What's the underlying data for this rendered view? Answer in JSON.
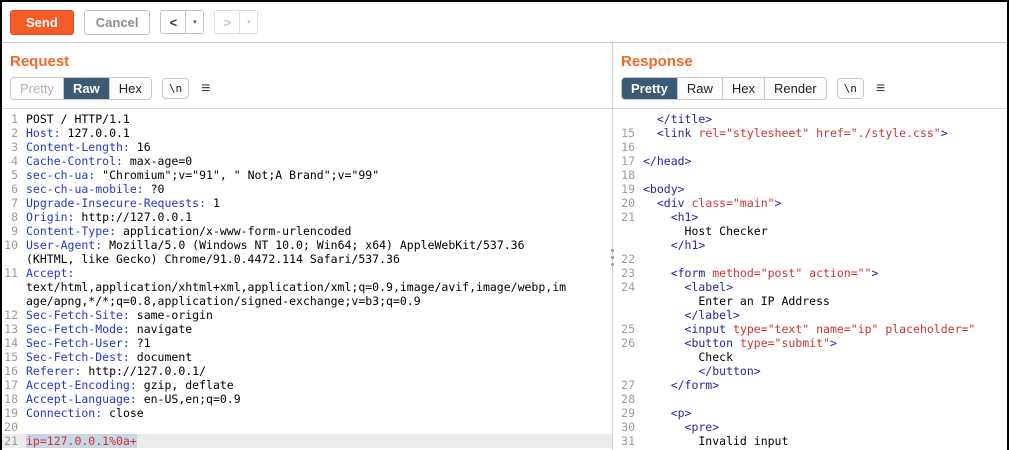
{
  "toolbar": {
    "send_label": "Send",
    "cancel_label": "Cancel",
    "back_label": "<",
    "forward_label": ">",
    "dropdown_glyph": "▾"
  },
  "colors": {
    "accent_orange": "#f4672a",
    "send_button_bg": "#f65c27",
    "tab_selected_bg": "#3b5a75",
    "header_name_blue": "#2438c8",
    "html_tag_navy": "#26269e",
    "attr_value_red": "#cc3333",
    "body_param_red": "#cc3333",
    "line_number_gray": "#9b9b9b",
    "selection_bg": "#c9d6e3",
    "highlight_row_bg": "#ececec"
  },
  "request_panel": {
    "title": "Request",
    "tabs": [
      {
        "label": "Pretty",
        "state": "disabled"
      },
      {
        "label": "Raw",
        "state": "selected"
      },
      {
        "label": "Hex",
        "state": "normal"
      }
    ],
    "newline_button": "\\n",
    "menu_icon": "≡",
    "lines": [
      {
        "n": "1",
        "segments": [
          {
            "color": "plain",
            "text": "POST / HTTP/1.1"
          }
        ]
      },
      {
        "n": "2",
        "segments": [
          {
            "color": "name",
            "text": "Host:"
          },
          {
            "color": "plain",
            "text": " 127.0.0.1"
          }
        ]
      },
      {
        "n": "3",
        "segments": [
          {
            "color": "name",
            "text": "Content-Length:"
          },
          {
            "color": "plain",
            "text": " 16"
          }
        ]
      },
      {
        "n": "4",
        "segments": [
          {
            "color": "name",
            "text": "Cache-Control:"
          },
          {
            "color": "plain",
            "text": " max-age=0"
          }
        ]
      },
      {
        "n": "5",
        "segments": [
          {
            "color": "name",
            "text": "sec-ch-ua:"
          },
          {
            "color": "plain",
            "text": " \"Chromium\";v=\"91\", \" Not;A Brand\";v=\"99\""
          }
        ]
      },
      {
        "n": "6",
        "segments": [
          {
            "color": "name",
            "text": "sec-ch-ua-mobile:"
          },
          {
            "color": "plain",
            "text": " ?0"
          }
        ]
      },
      {
        "n": "7",
        "segments": [
          {
            "color": "name",
            "text": "Upgrade-Insecure-Requests:"
          },
          {
            "color": "plain",
            "text": " 1"
          }
        ]
      },
      {
        "n": "8",
        "segments": [
          {
            "color": "name",
            "text": "Origin:"
          },
          {
            "color": "plain",
            "text": " http://127.0.0.1"
          }
        ]
      },
      {
        "n": "9",
        "segments": [
          {
            "color": "name",
            "text": "Content-Type:"
          },
          {
            "color": "plain",
            "text": " application/x-www-form-urlencoded"
          }
        ]
      },
      {
        "n": "10",
        "segments": [
          {
            "color": "name",
            "text": "User-Agent:"
          },
          {
            "color": "plain",
            "text": " Mozilla/5.0 (Windows NT 10.0; Win64; x64) AppleWebKit/537.36"
          }
        ]
      },
      {
        "n": "",
        "segments": [
          {
            "color": "plain",
            "text": "(KHTML, like Gecko) Chrome/91.0.4472.114 Safari/537.36"
          }
        ]
      },
      {
        "n": "11",
        "segments": [
          {
            "color": "name",
            "text": "Accept:"
          }
        ]
      },
      {
        "n": "",
        "segments": [
          {
            "color": "plain",
            "text": "text/html,application/xhtml+xml,application/xml;q=0.9,image/avif,image/webp,im"
          }
        ]
      },
      {
        "n": "",
        "segments": [
          {
            "color": "plain",
            "text": "age/apng,*/*;q=0.8,application/signed-exchange;v=b3;q=0.9"
          }
        ]
      },
      {
        "n": "12",
        "segments": [
          {
            "color": "name",
            "text": "Sec-Fetch-Site:"
          },
          {
            "color": "plain",
            "text": " same-origin"
          }
        ]
      },
      {
        "n": "13",
        "segments": [
          {
            "color": "name",
            "text": "Sec-Fetch-Mode:"
          },
          {
            "color": "plain",
            "text": " navigate"
          }
        ]
      },
      {
        "n": "14",
        "segments": [
          {
            "color": "name",
            "text": "Sec-Fetch-User:"
          },
          {
            "color": "plain",
            "text": " ?1"
          }
        ]
      },
      {
        "n": "15",
        "segments": [
          {
            "color": "name",
            "text": "Sec-Fetch-Dest:"
          },
          {
            "color": "plain",
            "text": " document"
          }
        ]
      },
      {
        "n": "16",
        "segments": [
          {
            "color": "name",
            "text": "Referer:"
          },
          {
            "color": "plain",
            "text": " http://127.0.0.1/"
          }
        ]
      },
      {
        "n": "17",
        "segments": [
          {
            "color": "name",
            "text": "Accept-Encoding:"
          },
          {
            "color": "plain",
            "text": " gzip, deflate"
          }
        ]
      },
      {
        "n": "18",
        "segments": [
          {
            "color": "name",
            "text": "Accept-Language:"
          },
          {
            "color": "plain",
            "text": " en-US,en;q=0.9"
          }
        ]
      },
      {
        "n": "19",
        "segments": [
          {
            "color": "name",
            "text": "Connection:"
          },
          {
            "color": "plain",
            "text": " close"
          }
        ]
      },
      {
        "n": "20",
        "segments": []
      },
      {
        "n": "21",
        "highlight": true,
        "segments": [
          {
            "color": "body",
            "text": "ip=127.0.0.1%0a+"
          }
        ]
      }
    ]
  },
  "response_panel": {
    "title": "Response",
    "tabs": [
      {
        "label": "Pretty",
        "state": "selected"
      },
      {
        "label": "Raw",
        "state": "normal"
      },
      {
        "label": "Hex",
        "state": "normal"
      },
      {
        "label": "Render",
        "state": "normal"
      }
    ],
    "newline_button": "\\n",
    "menu_icon": "≡",
    "lines": [
      {
        "n": "",
        "segments": [
          {
            "color": "tag",
            "text": "  </title>"
          }
        ]
      },
      {
        "n": "15",
        "segments": [
          {
            "color": "tag",
            "text": "  <link"
          },
          {
            "color": "attr",
            "text": " rel=\"stylesheet\" href=\"./style.css\""
          },
          {
            "color": "tag",
            "text": ">"
          }
        ]
      },
      {
        "n": "16",
        "segments": []
      },
      {
        "n": "17",
        "segments": [
          {
            "color": "tag",
            "text": "</head>"
          }
        ]
      },
      {
        "n": "18",
        "segments": []
      },
      {
        "n": "19",
        "segments": [
          {
            "color": "tag",
            "text": "<body>"
          }
        ]
      },
      {
        "n": "20",
        "segments": [
          {
            "color": "tag",
            "text": "  <div"
          },
          {
            "color": "attr",
            "text": " class=\"main\""
          },
          {
            "color": "tag",
            "text": ">"
          }
        ]
      },
      {
        "n": "21",
        "segments": [
          {
            "color": "tag",
            "text": "    <h1>"
          }
        ]
      },
      {
        "n": "",
        "segments": [
          {
            "color": "plain",
            "text": "      Host Checker"
          }
        ]
      },
      {
        "n": "",
        "segments": [
          {
            "color": "tag",
            "text": "    </h1>"
          }
        ]
      },
      {
        "n": "22",
        "segments": []
      },
      {
        "n": "23",
        "segments": [
          {
            "color": "tag",
            "text": "    <form"
          },
          {
            "color": "attr",
            "text": " method=\"post\" action=\"\""
          },
          {
            "color": "tag",
            "text": ">"
          }
        ]
      },
      {
        "n": "24",
        "segments": [
          {
            "color": "tag",
            "text": "      <label>"
          }
        ]
      },
      {
        "n": "",
        "segments": [
          {
            "color": "plain",
            "text": "        Enter an IP Address"
          }
        ]
      },
      {
        "n": "",
        "segments": [
          {
            "color": "tag",
            "text": "      </label>"
          }
        ]
      },
      {
        "n": "25",
        "segments": [
          {
            "color": "tag",
            "text": "      <input"
          },
          {
            "color": "attr",
            "text": " type=\"text\" name=\"ip\" placeholder=\""
          }
        ]
      },
      {
        "n": "26",
        "segments": [
          {
            "color": "tag",
            "text": "      <button"
          },
          {
            "color": "attr",
            "text": " type=\"submit\""
          },
          {
            "color": "tag",
            "text": ">"
          }
        ]
      },
      {
        "n": "",
        "segments": [
          {
            "color": "plain",
            "text": "        Check"
          }
        ]
      },
      {
        "n": "",
        "segments": [
          {
            "color": "tag",
            "text": "        </button>"
          }
        ]
      },
      {
        "n": "27",
        "segments": [
          {
            "color": "tag",
            "text": "    </form>"
          }
        ]
      },
      {
        "n": "28",
        "segments": []
      },
      {
        "n": "29",
        "segments": [
          {
            "color": "tag",
            "text": "    <p>"
          }
        ]
      },
      {
        "n": "30",
        "segments": [
          {
            "color": "tag",
            "text": "      <pre>"
          }
        ]
      },
      {
        "n": "31",
        "segments": [
          {
            "color": "plain",
            "text": "        Invalid input"
          }
        ]
      }
    ]
  }
}
